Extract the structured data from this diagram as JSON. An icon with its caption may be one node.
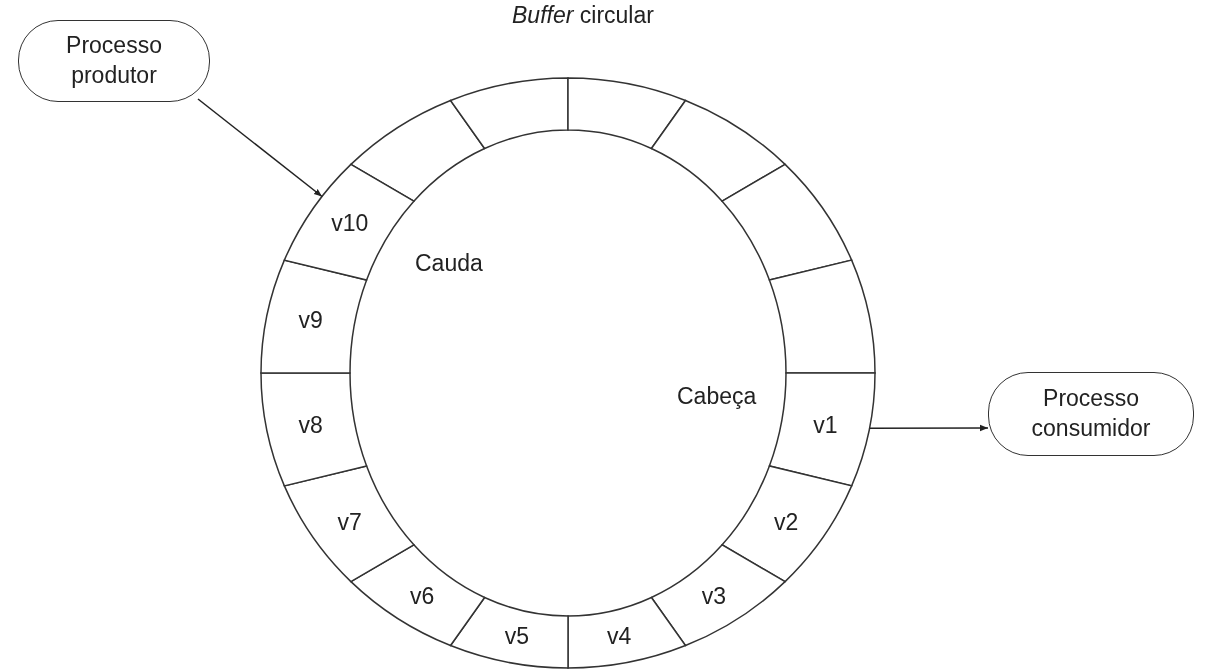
{
  "diagram": {
    "nodes": [
      {
        "text": [
          "Processo produtor"
        ]
      },
      {
        "text": [
          "*Buffer* circular"
        ]
      },
      {
        "text": [],
        "shape": "segment",
        "in": 1
      },
      {
        "text": [],
        "shape": "segment",
        "in": 1
      },
      {
        "text": [],
        "shape": "segment",
        "in": 1
      },
      {
        "text": [],
        "shape": "segment",
        "in": 1
      },
      {
        "text": [],
        "shape": "segment",
        "in": 1
      },
      {
        "text": [],
        "shape": "segment",
        "in": 1
      },
      {
        "text": [
          "v1"
        ],
        "in": 1
      },
      {
        "text": [
          "v2"
        ],
        "in": 1
      },
      {
        "text": [
          "v3"
        ],
        "in": 1
      },
      {
        "text": [
          "v4"
        ],
        "in": 1
      },
      {
        "text": [
          "v5"
        ],
        "in": 1
      },
      {
        "text": [
          "v6"
        ],
        "in": 1
      },
      {
        "text": [
          "v7"
        ],
        "in": 1
      },
      {
        "text": [
          "v8"
        ],
        "in": 1
      },
      {
        "text": [
          "v9"
        ],
        "in": 1
      },
      {
        "text": [
          "v10"
        ],
        "in": 1
      },
      {
        "text": [
          "Processo consumidor"
        ]
      }
    ],
    "edges": [
      {
        "from": 0,
        "to": 17,
        "arrow": "to"
      },
      {
        "from": 8,
        "to": 18,
        "arrow": "to"
      }
    ],
    "labels": [
      "Cauda",
      "Cabeça"
    ]
  }
}
